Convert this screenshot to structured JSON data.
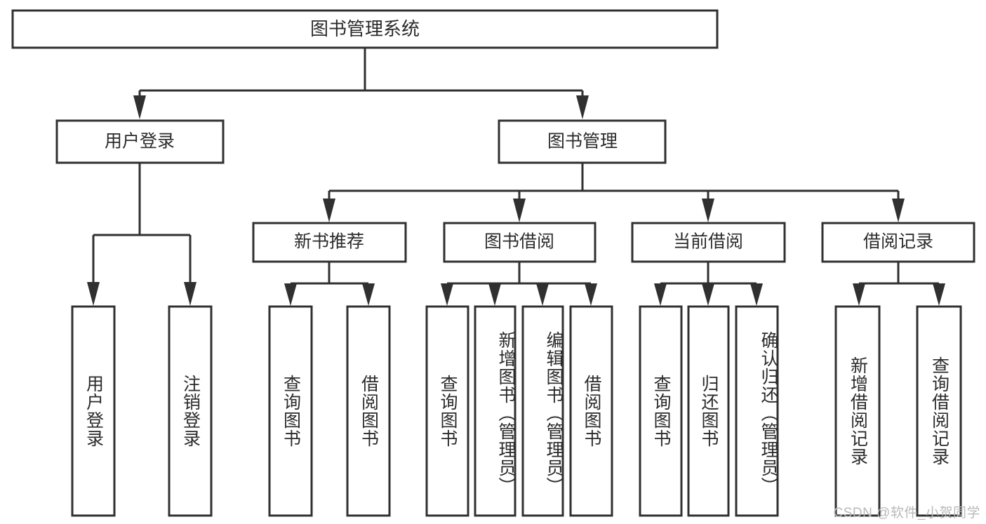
{
  "diagram": {
    "type": "tree",
    "title": "图书管理系统",
    "watermark": "CSDN @软件_小贺同学",
    "colors": {
      "stroke": "#303030",
      "node_fill": "#ffffff",
      "text": "#2b2b2b",
      "background": "#ffffff",
      "watermark": "#b9b9b9"
    },
    "levels": {
      "root": {
        "label": "图书管理系统"
      },
      "level2": [
        {
          "label": "用户登录"
        },
        {
          "label": "图书管理"
        }
      ],
      "level3": [
        {
          "label": "新书推荐"
        },
        {
          "label": "图书借阅"
        },
        {
          "label": "当前借阅"
        },
        {
          "label": "借阅记录"
        }
      ],
      "leaves": [
        {
          "label": "用户登录",
          "parent": "用户登录"
        },
        {
          "label": "注销登录",
          "parent": "用户登录"
        },
        {
          "label": "查询图书",
          "parent": "新书推荐"
        },
        {
          "label": "借阅图书",
          "parent": "新书推荐"
        },
        {
          "label": "查询图书",
          "parent": "图书借阅"
        },
        {
          "label": "新增图书（管理员）",
          "parent": "图书借阅"
        },
        {
          "label": "编辑图书（管理员）",
          "parent": "图书借阅"
        },
        {
          "label": "借阅图书",
          "parent": "图书借阅"
        },
        {
          "label": "查询图书",
          "parent": "当前借阅"
        },
        {
          "label": "归还图书",
          "parent": "当前借阅"
        },
        {
          "label": "确认归还（管理员）",
          "parent": "当前借阅"
        },
        {
          "label": "新增借阅记录",
          "parent": "借阅记录"
        },
        {
          "label": "查询借阅记录",
          "parent": "借阅记录"
        }
      ]
    }
  }
}
